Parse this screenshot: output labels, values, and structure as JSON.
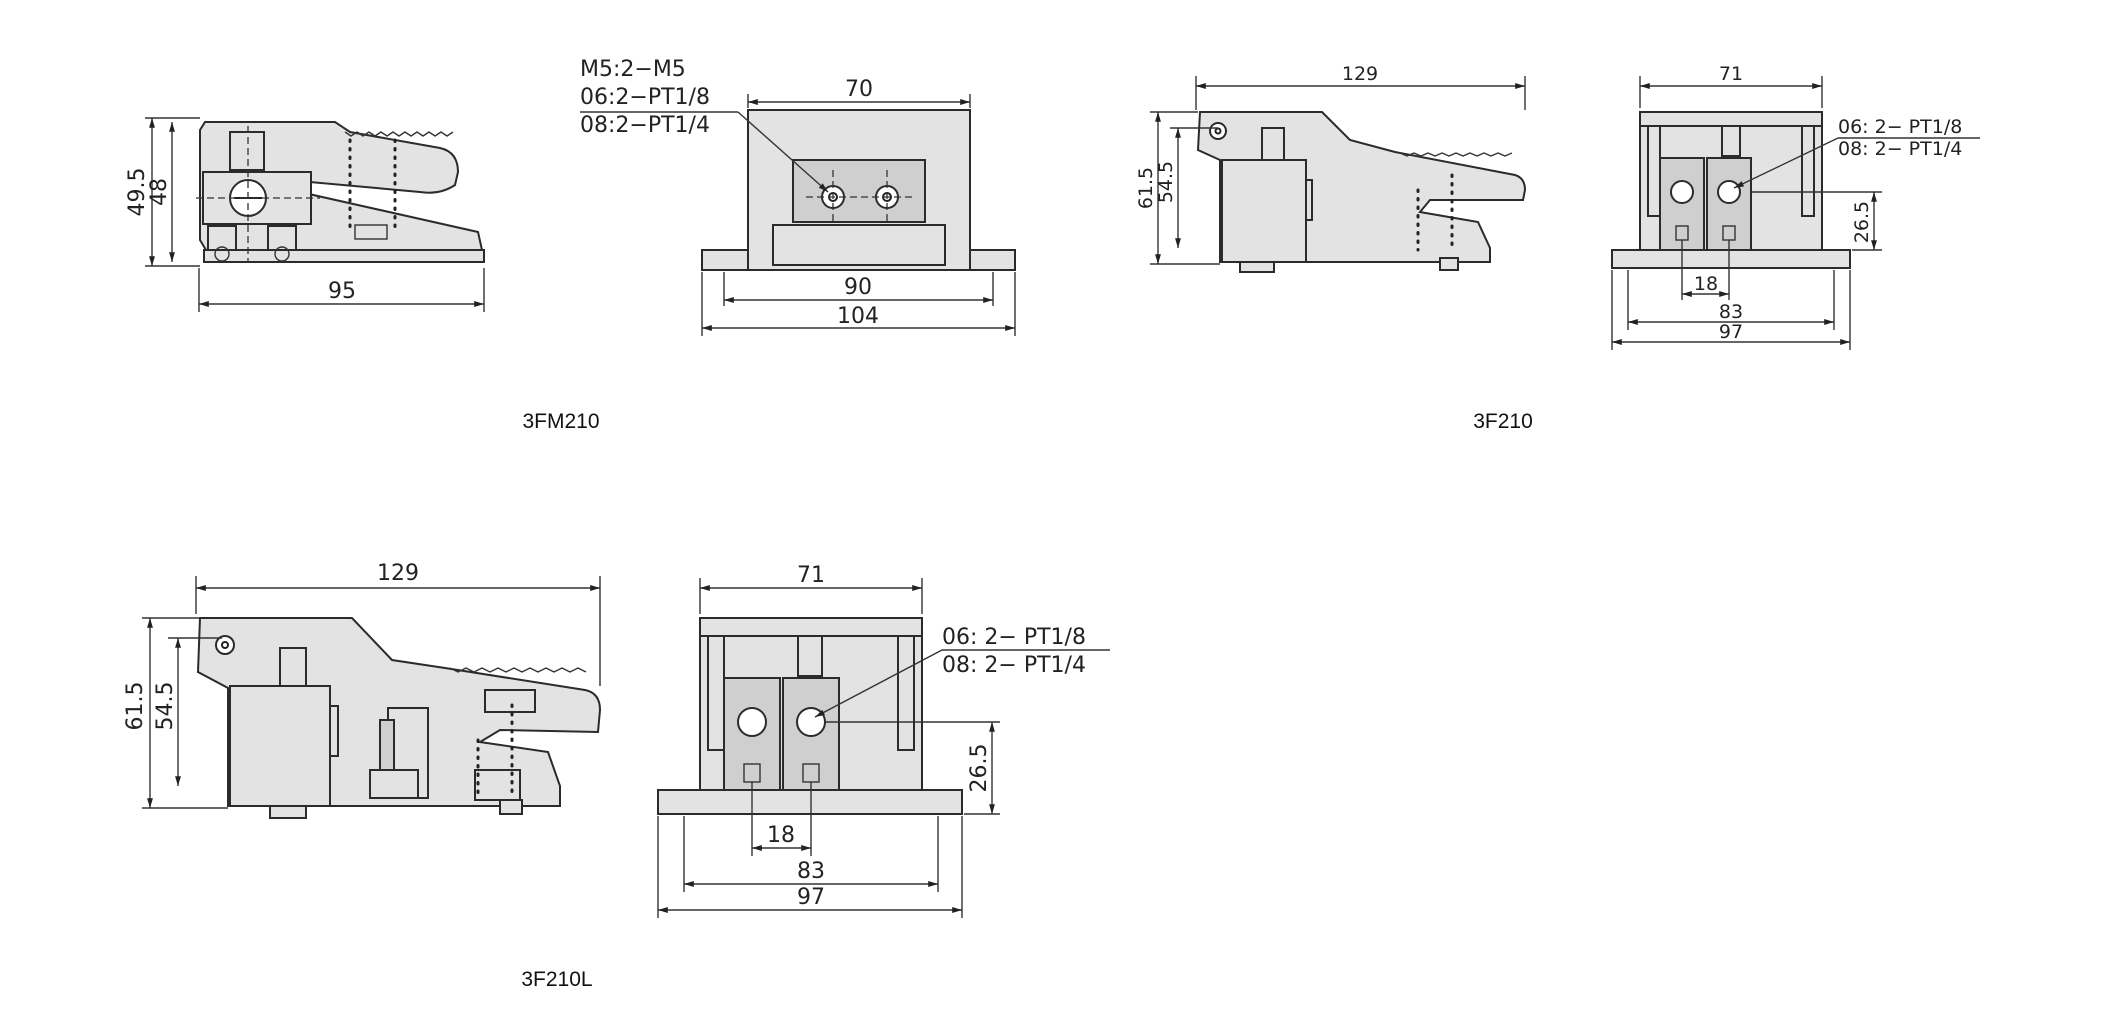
{
  "drawings": {
    "fm210": {
      "caption": "3FM210",
      "side": {
        "height_outer": "49.5",
        "height_inner": "48",
        "length": "95"
      },
      "front": {
        "port_notes": [
          "M5:2−M5",
          "06:2−PT1/8",
          "08:2−PT1/4"
        ],
        "top_width": "70",
        "inner_width": "90",
        "overall_width": "104"
      }
    },
    "f210": {
      "caption": "3F210",
      "side": {
        "length": "129",
        "height_outer": "61.5",
        "height_inner": "54.5"
      },
      "front": {
        "top_width": "71",
        "port_notes": [
          "06: 2− PT1/8",
          "08: 2− PT1/4"
        ],
        "port_height": "26.5",
        "port_pitch": "18",
        "mount_width": "83",
        "overall_width": "97"
      }
    },
    "f210l": {
      "caption": "3F210L",
      "side": {
        "length": "129",
        "height_outer": "61.5",
        "height_inner": "54.5"
      },
      "front": {
        "top_width": "71",
        "port_notes": [
          "06: 2− PT1/8",
          "08: 2− PT1/4"
        ],
        "port_height": "26.5",
        "port_pitch": "18",
        "mount_width": "83",
        "overall_width": "97"
      }
    }
  },
  "icons": [
    "arrowhead-icon",
    "port-circle-icon",
    "pivot-pin-icon"
  ]
}
